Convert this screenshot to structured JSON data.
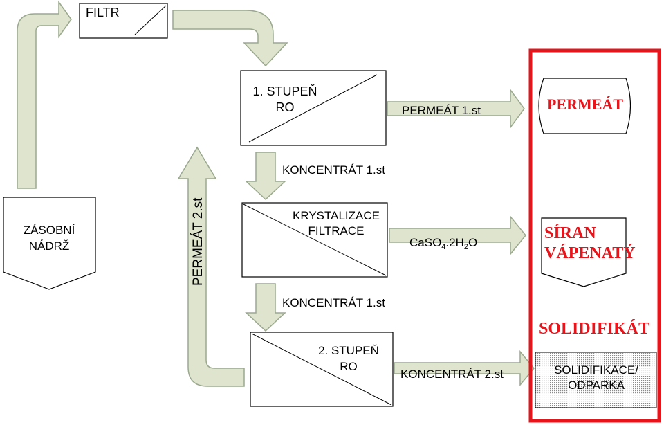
{
  "labels": {
    "filtr": "FILTR",
    "zasobni_line1": "ZÁSOBNÍ",
    "zasobni_line2": "NÁDRŽ",
    "permeat_2st": "PERMEÁT 2.st",
    "stupen1_line1": "1. STUPEŇ",
    "stupen1_line2": "RO",
    "permeat_1st": "PERMEÁT 1.st",
    "koncentrat_1st_a": "KONCENTRÁT 1.st",
    "krystalizace_line1": "KRYSTALIZACE",
    "krystalizace_line2": "FILTRACE",
    "caso4_a": "CaSO",
    "caso4_b": "4",
    "caso4_c": ".2H",
    "caso4_d": "2",
    "caso4_e": "O",
    "koncentrat_1st_b": "KONCENTRÁT 1.st",
    "stupen2_line1": "2. STUPEŇ",
    "stupen2_line2": "RO",
    "koncentrat_2st": "KONCENTRÁT 2.st",
    "out_permeat": "PERMEÁT",
    "out_siran_line1": "SÍRAN",
    "out_siran_line2": "VÁPENATÝ",
    "out_solidifikat": "SOLIDIFIKÁT",
    "solidifikace_line1": "SOLIDIFIKACE/",
    "solidifikace_line2": "ODPARKA"
  },
  "colors": {
    "arrow_fill": "#dfe4cf",
    "arrow_stroke": "#9aa88e",
    "output_frame": "#e8141c",
    "output_text": "#e8141c"
  }
}
